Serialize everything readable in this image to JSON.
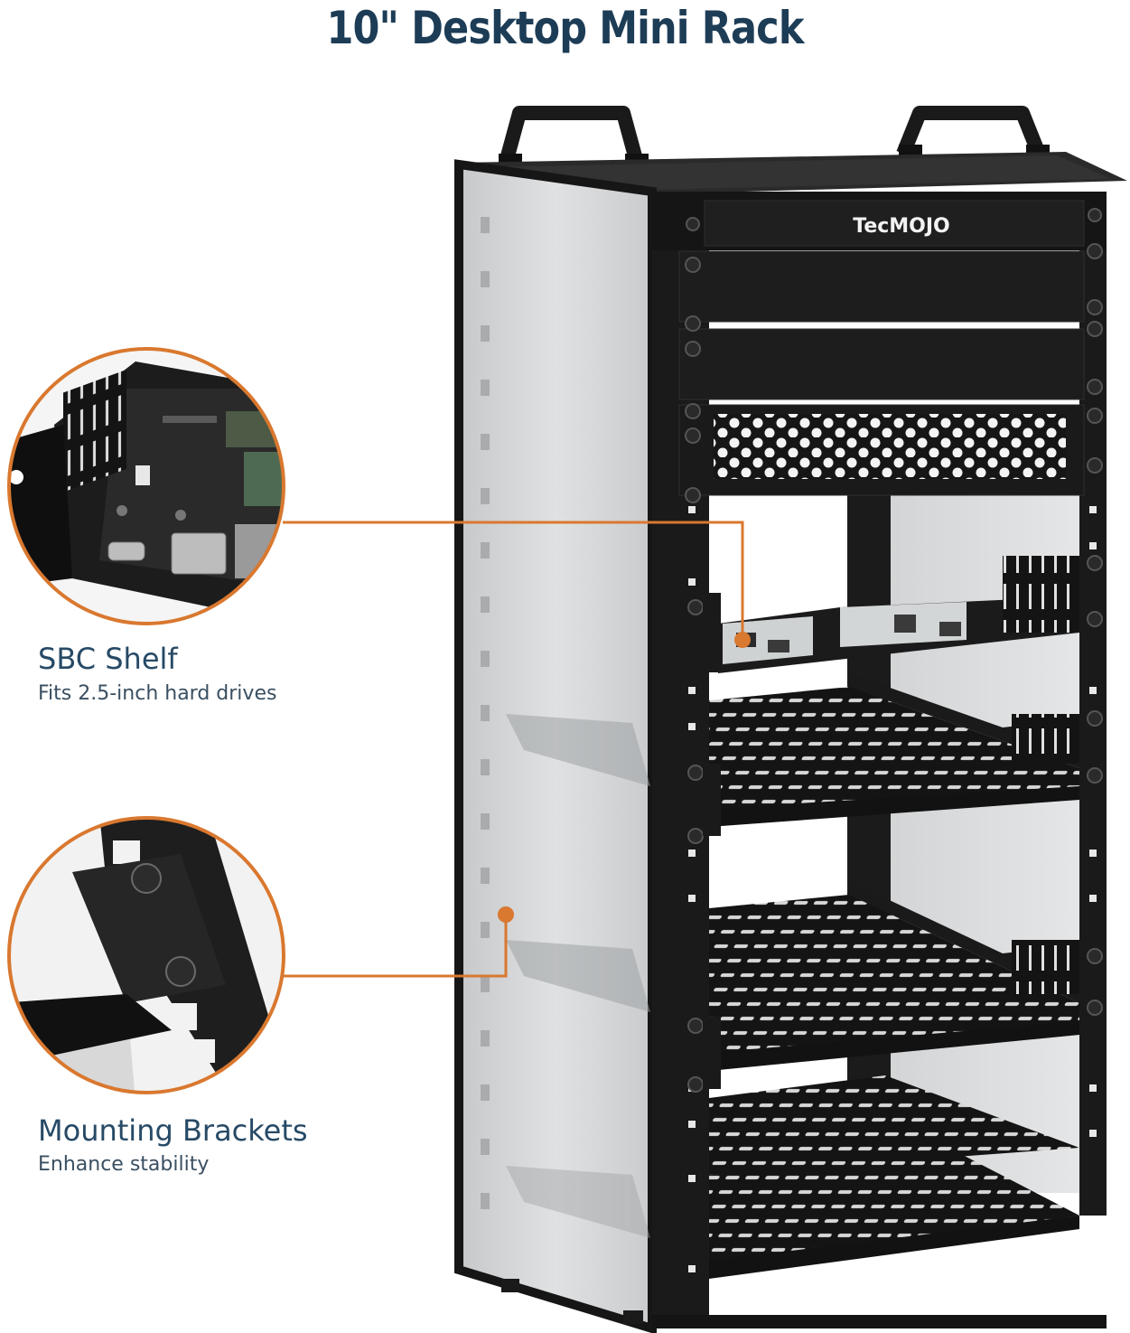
{
  "title": "10\" Desktop Mini Rack",
  "brand_logo": "TecMOJO",
  "callouts": [
    {
      "title": "SBC Shelf",
      "subtitle": "Fits 2.5-inch hard drives"
    },
    {
      "title": "Mounting Brackets",
      "subtitle": "Enhance stability"
    }
  ],
  "colors": {
    "title": "#1d3c56",
    "accent": "#d9782f",
    "rack": "#1b1b1b",
    "panel": "#d8dadb"
  }
}
